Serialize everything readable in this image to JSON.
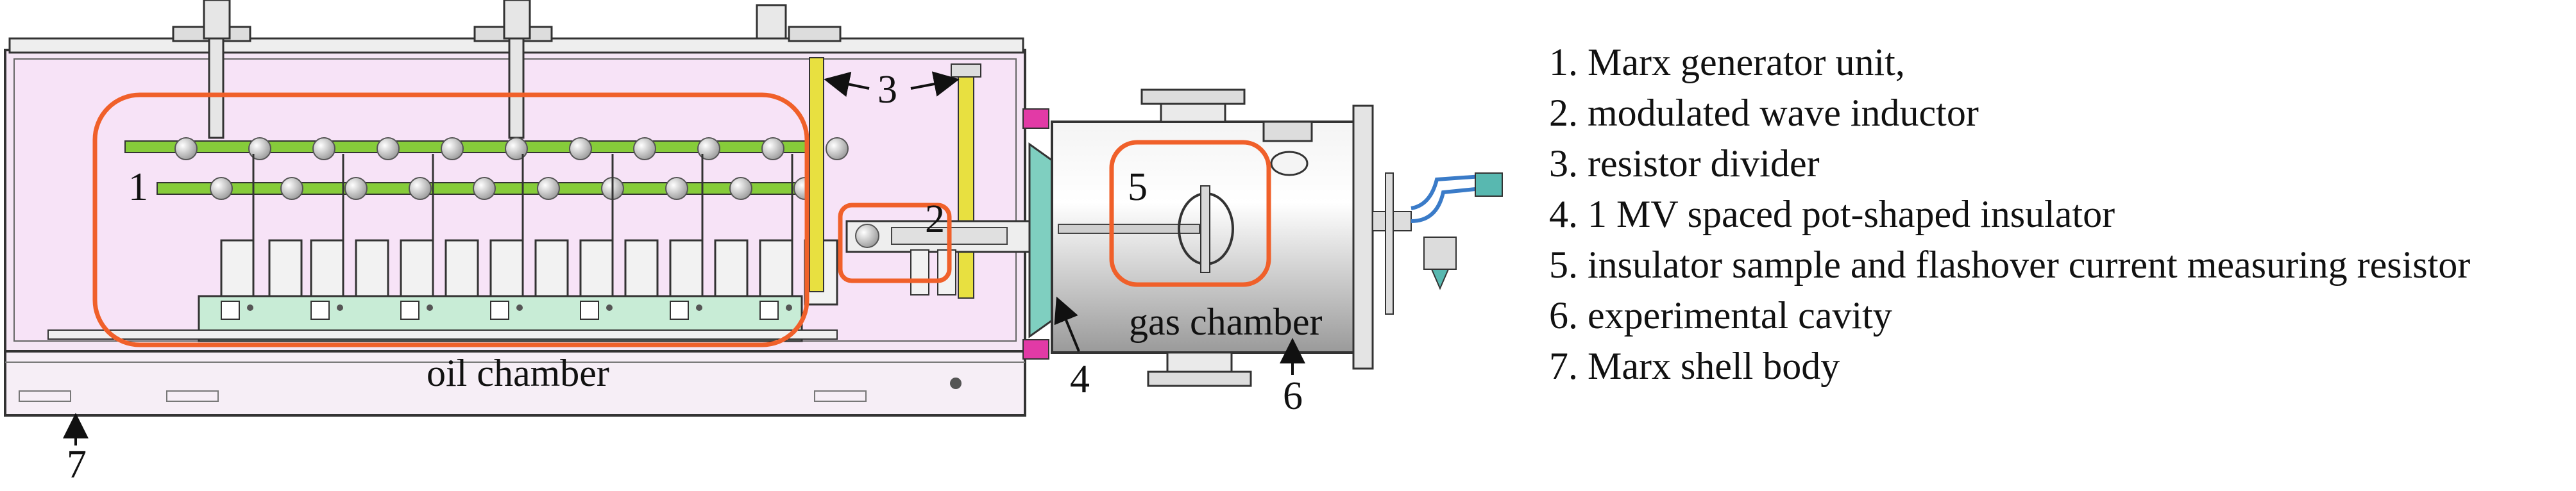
{
  "labels": {
    "oil_chamber": "oil chamber",
    "gas_chamber": "gas chamber",
    "n1": "1",
    "n2": "2",
    "n3": "3",
    "n4": "4",
    "n5": "5",
    "n6": "6",
    "n7": "7"
  },
  "legend": [
    "1. Marx generator unit,",
    "2. modulated wave inductor",
    "3. resistor divider",
    "4. 1 MV spaced pot-shaped insulator",
    "5. insulator sample and flashover current measuring resistor",
    "6. experimental cavity",
    "7. Marx shell body"
  ],
  "colors": {
    "oil_tank": "#f5e6f5",
    "highlight_box": "#f0602a",
    "marx_bars": "#86cc3a",
    "base_plate": "#c8ecd6",
    "resistor_divider": "#e8e040",
    "gas_chamber_body": "#e8e8e8"
  }
}
